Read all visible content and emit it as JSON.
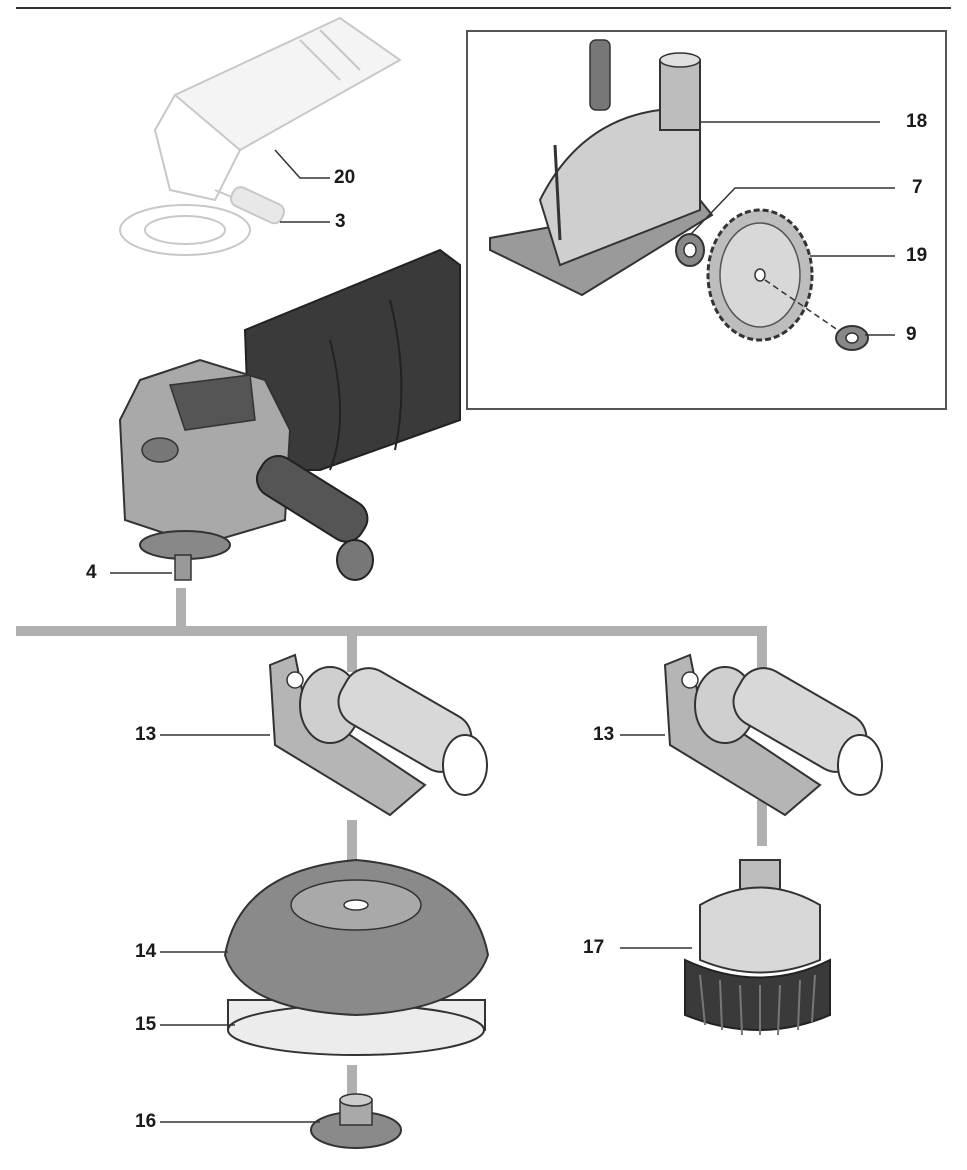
{
  "colors": {
    "connector": "#b0b0b0",
    "body_dark": "#3a3a3a",
    "metal": "#a9a9a9",
    "metal_light": "#d8d8d8",
    "leader": "#333333",
    "faded": "#c8c8c8"
  },
  "callouts": [
    {
      "id": "20",
      "label": "20"
    },
    {
      "id": "3",
      "label": "3"
    },
    {
      "id": "18",
      "label": "18"
    },
    {
      "id": "7",
      "label": "7"
    },
    {
      "id": "19",
      "label": "19"
    },
    {
      "id": "9",
      "label": "9"
    },
    {
      "id": "4",
      "label": "4"
    },
    {
      "id": "13a",
      "label": "13"
    },
    {
      "id": "13b",
      "label": "13"
    },
    {
      "id": "14",
      "label": "14"
    },
    {
      "id": "15",
      "label": "15"
    },
    {
      "id": "16",
      "label": "16"
    },
    {
      "id": "17",
      "label": "17"
    }
  ],
  "icons": {
    "grinder_small": "angle-grinder-faded-icon",
    "grinder_main": "angle-grinder-icon",
    "guard": "cutting-guard-icon",
    "blade": "diamond-blade-icon",
    "handle": "vibration-handle-icon",
    "backing_pad": "backing-pad-icon",
    "polishing_sponge": "polishing-sponge-icon",
    "clamp_nut": "clamping-nut-icon",
    "cup_brush": "cup-brush-icon"
  }
}
